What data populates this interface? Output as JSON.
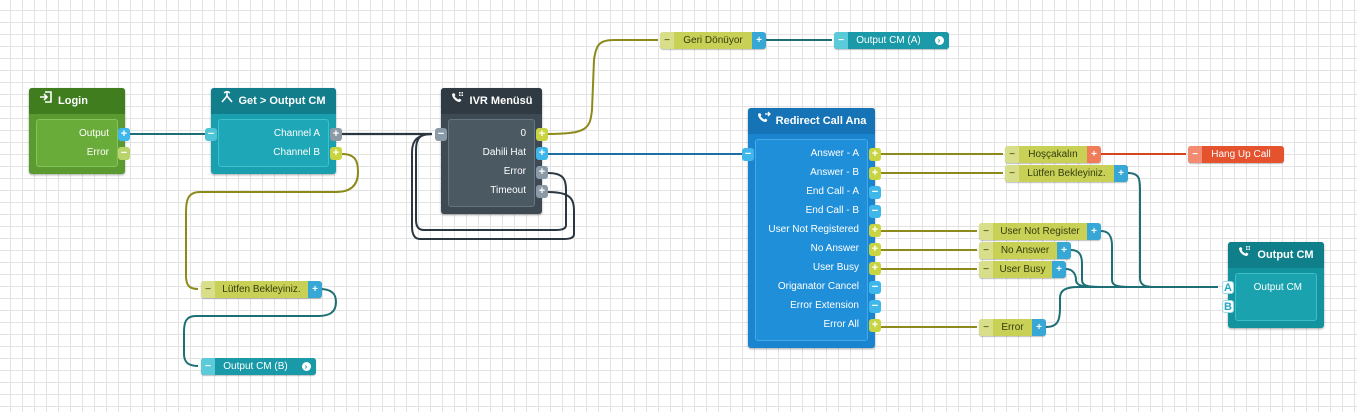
{
  "nodes": {
    "login": {
      "title": "Login",
      "outputs": [
        "Output",
        "Error"
      ]
    },
    "get_output": {
      "title": "Get > Output CM",
      "outputs": [
        "Channel A",
        "Channel B"
      ]
    },
    "ivr": {
      "title": "IVR Menüsü",
      "outputs": [
        "0",
        "Dahili Hat",
        "Error",
        "Timeout"
      ]
    },
    "redirect": {
      "title": "Redirect Call Ana",
      "outputs": [
        "Answer - A",
        "Answer - B",
        "End Call - A",
        "End Call - B",
        "User Not Registered",
        "No Answer",
        "User Busy",
        "Origanator Cancel",
        "Error Extension",
        "Error All"
      ]
    },
    "output_cm": {
      "title": "Output CM",
      "body_label": "Output CM",
      "inputs": [
        "A",
        "B"
      ]
    }
  },
  "pills": {
    "geri_donuyor": "Geri Dönüyor",
    "output_cm_a": "Output CM (A)",
    "lutfen_1": "Lütfen Bekleyiniz.",
    "output_cm_b": "Output CM (B)",
    "hoscakalin": "Hoşçakalın",
    "hang_up": "Hang Up Call",
    "lutfen_2": "Lütfen Bekleyiniz.",
    "user_not_register": "User Not Register",
    "no_answer": "No Answer",
    "user_busy": "User Busy",
    "error": "Error"
  },
  "port_symbols": {
    "plus": "+",
    "minus": "−"
  },
  "colors": {
    "login": "#4f8a2c",
    "get_output": "#12919f",
    "ivr": "#3d4a54",
    "redirect": "#1a84cf",
    "output_cm": "#13939e",
    "wire_olive": "#8d8a1c",
    "wire_teal": "#1d6f75",
    "wire_blue": "#1b6fa5",
    "wire_dark": "#2a3640",
    "wire_red": "#d6461e"
  },
  "icons": {
    "login": "login-icon",
    "get_output": "fork-icon",
    "ivr": "phone-keypad-icon",
    "redirect": "phone-forward-icon",
    "output_cm": "phone-keypad-icon"
  }
}
